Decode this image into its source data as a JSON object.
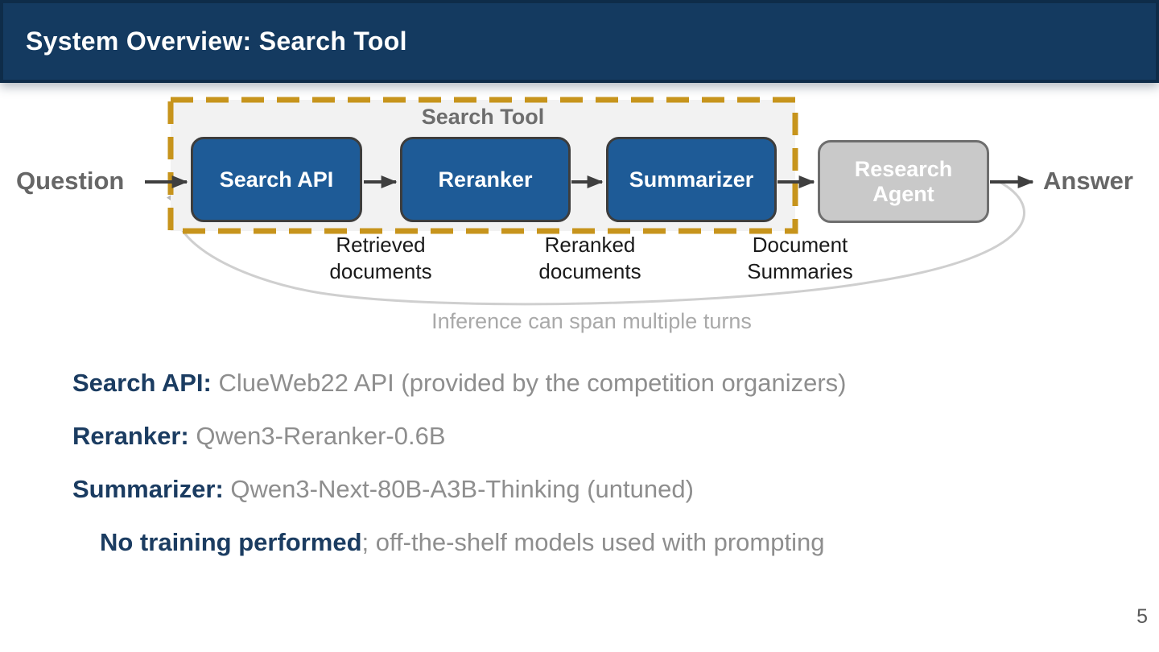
{
  "header": {
    "title": "System Overview: Search Tool"
  },
  "diagram": {
    "container_label": "Search Tool",
    "input_label": "Question",
    "output_label": "Answer",
    "nodes": {
      "search_api": "Search API",
      "reranker": "Reranker",
      "summarizer": "Summarizer",
      "agent_line1": "Research",
      "agent_line2": "Agent"
    },
    "edge_labels": {
      "retrieved": "Retrieved\ndocuments",
      "reranked": "Reranked\ndocuments",
      "summaries": "Document\nSummaries"
    },
    "loop_caption": "Inference can span multiple turns"
  },
  "bullets": [
    {
      "label": "Search API:",
      "text": " ClueWeb22 API (provided by the competition organizers)"
    },
    {
      "label": "Reranker:",
      "text": " Qwen3-Reranker-0.6B"
    },
    {
      "label": "Summarizer:",
      "text": " Qwen3-Next-80B-A3B-Thinking (untuned)"
    },
    {
      "label": "No training performed",
      "text": "; off-the-shelf models used with prompting"
    }
  ],
  "footer": {
    "page_number": "5"
  },
  "colors": {
    "header_bg": "#143A60",
    "header_border": "#0E2C49",
    "node_blue": "#1E5B97",
    "node_border": "#3D3D3D",
    "agent_gray": "#C9C9C9",
    "dashed_gold": "#C7941C",
    "tool_bg": "#F2F2F2",
    "arrow_dark": "#3F3F3F",
    "loop_gray": "#CFCFCF",
    "body_navy": "#1B3C61",
    "body_gray": "#8E8E8E"
  }
}
